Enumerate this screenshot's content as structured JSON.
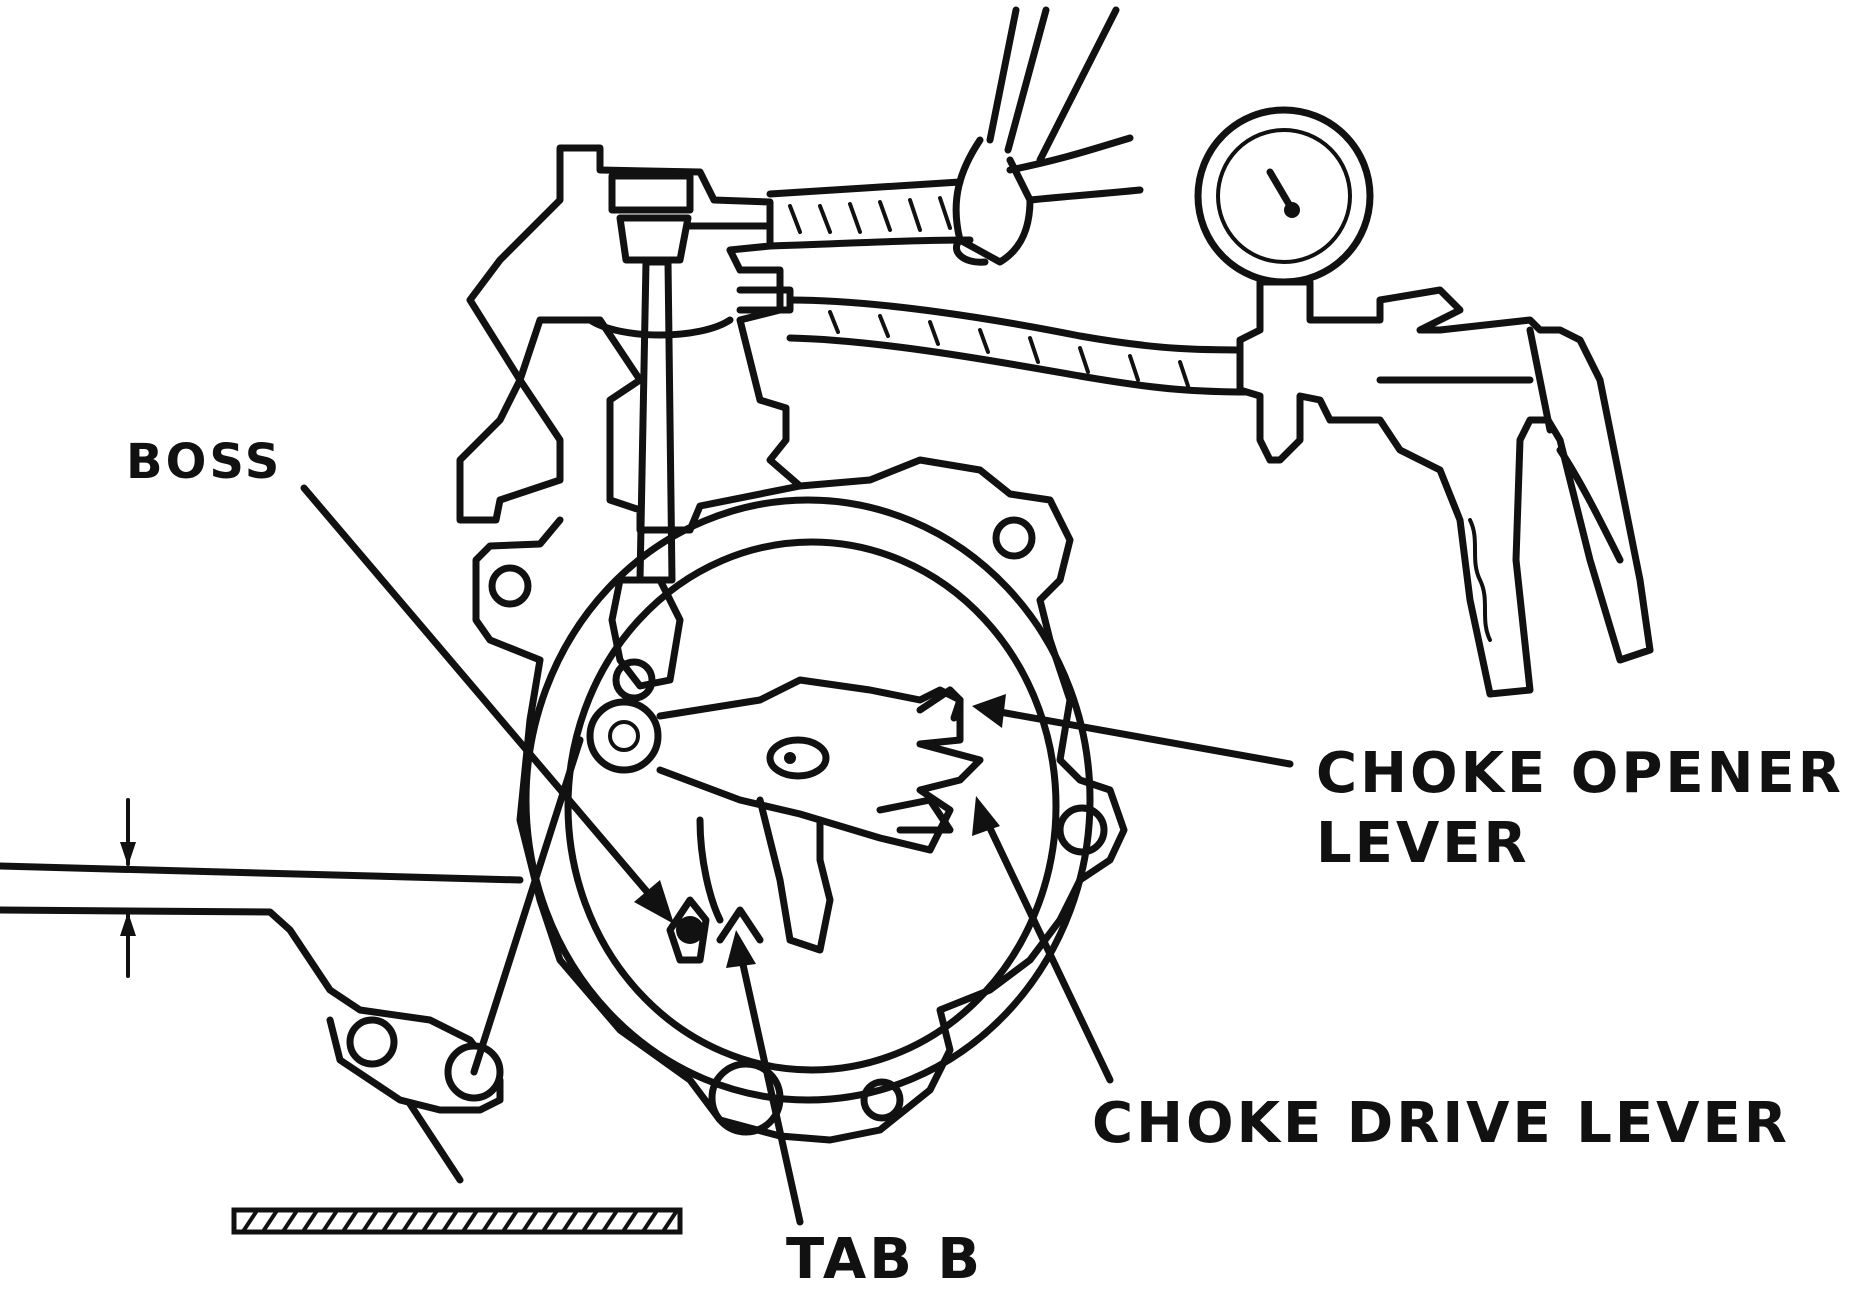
{
  "labels": {
    "boss": "BOSS",
    "choke_opener_line1": "CHOKE OPENER",
    "choke_opener_line2": "LEVER",
    "choke_drive": "CHOKE DRIVE LEVER",
    "tab_b": "TAB B"
  },
  "colors": {
    "ink": "#111111",
    "background": "#ffffff"
  }
}
